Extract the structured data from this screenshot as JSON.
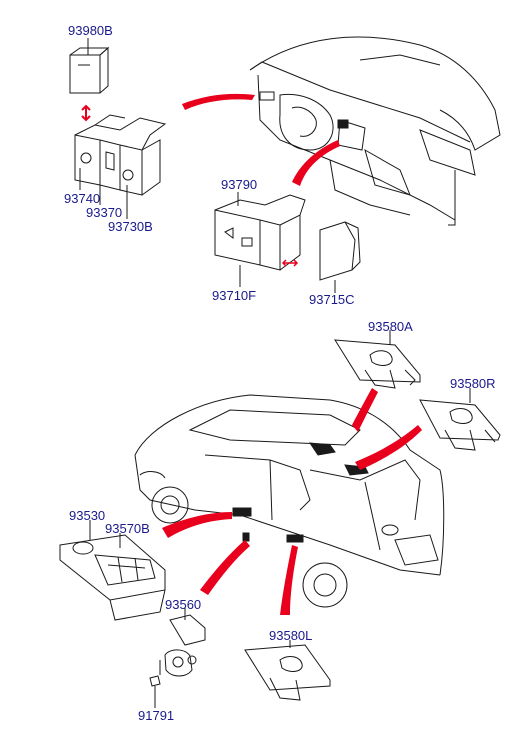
{
  "diagram": {
    "parts": [
      {
        "code": "93980B"
      },
      {
        "code": "93740"
      },
      {
        "code": "93370"
      },
      {
        "code": "93730B"
      },
      {
        "code": "93790"
      },
      {
        "code": "93710F"
      },
      {
        "code": "93715C"
      },
      {
        "code": "93580A"
      },
      {
        "code": "93580R"
      },
      {
        "code": "93530"
      },
      {
        "code": "93570B"
      },
      {
        "code": "93560"
      },
      {
        "code": "93580L"
      },
      {
        "code": "91791"
      }
    ]
  },
  "colors": {
    "label_text": "#1a1a8c",
    "callout_arrow": "#e8001c",
    "line_art": "#1a1a1a"
  }
}
